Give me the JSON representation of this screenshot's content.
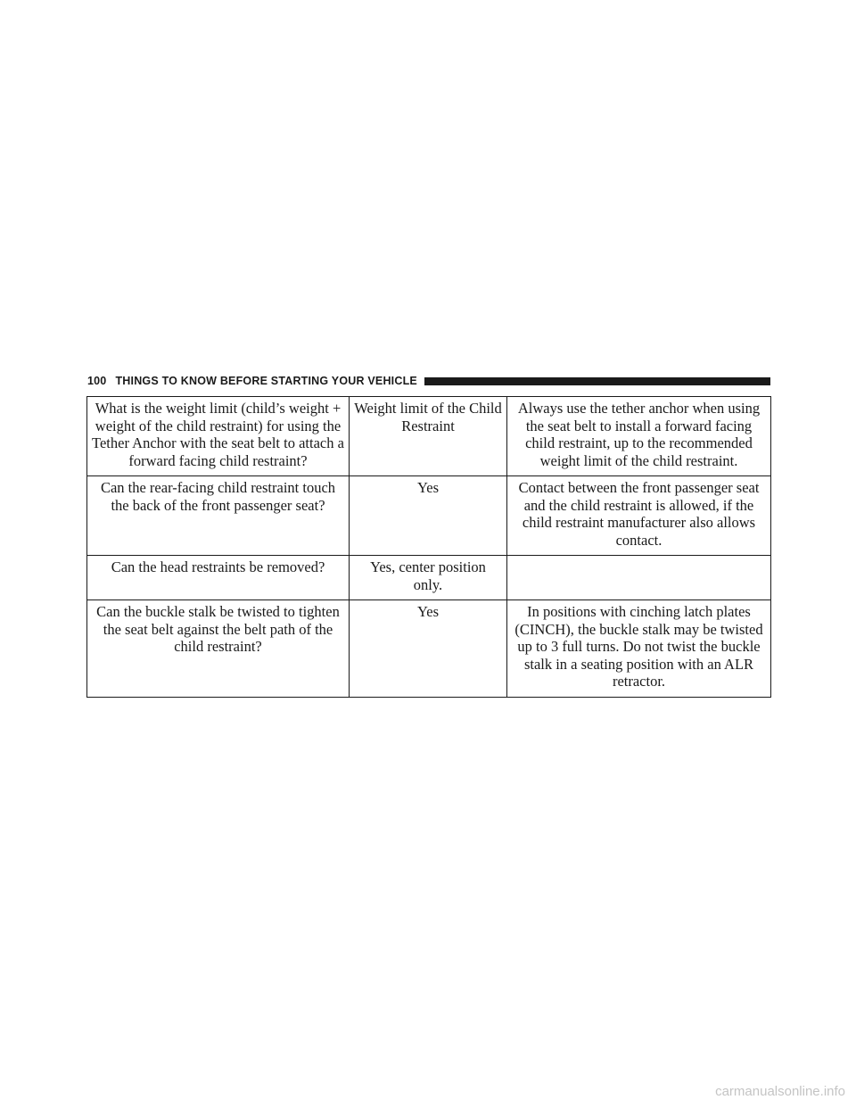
{
  "header": {
    "page_number": "100",
    "section_title": "THINGS TO KNOW BEFORE STARTING YOUR VEHICLE"
  },
  "table": {
    "rows": [
      {
        "question": "What is the weight limit (child’s weight + weight of the child restraint) for using the Tether Anchor with the seat belt to attach a forward facing child restraint?",
        "answer": "Weight limit of the Child Restraint",
        "notes": "Always use the tether anchor when using the seat belt to install a forward facing child restraint, up to the recommended weight limit of the child restraint."
      },
      {
        "question": "Can the rear-facing child restraint touch the back of the front passenger seat?",
        "answer": "Yes",
        "notes": "Contact between the front passenger seat and the child restraint is allowed, if the child restraint manufacturer also allows contact."
      },
      {
        "question": "Can the head restraints be removed?",
        "answer": "Yes, center position only.",
        "notes": ""
      },
      {
        "question": "Can the buckle stalk be twisted to tighten the seat belt against the belt path of the child restraint?",
        "answer": "Yes",
        "notes": "In positions with cinching latch plates (CINCH), the buckle stalk may be twisted up to 3 full turns. Do not twist the buckle stalk in a seating position with an ALR retractor."
      }
    ]
  },
  "watermark": "carmanualsonline.info"
}
